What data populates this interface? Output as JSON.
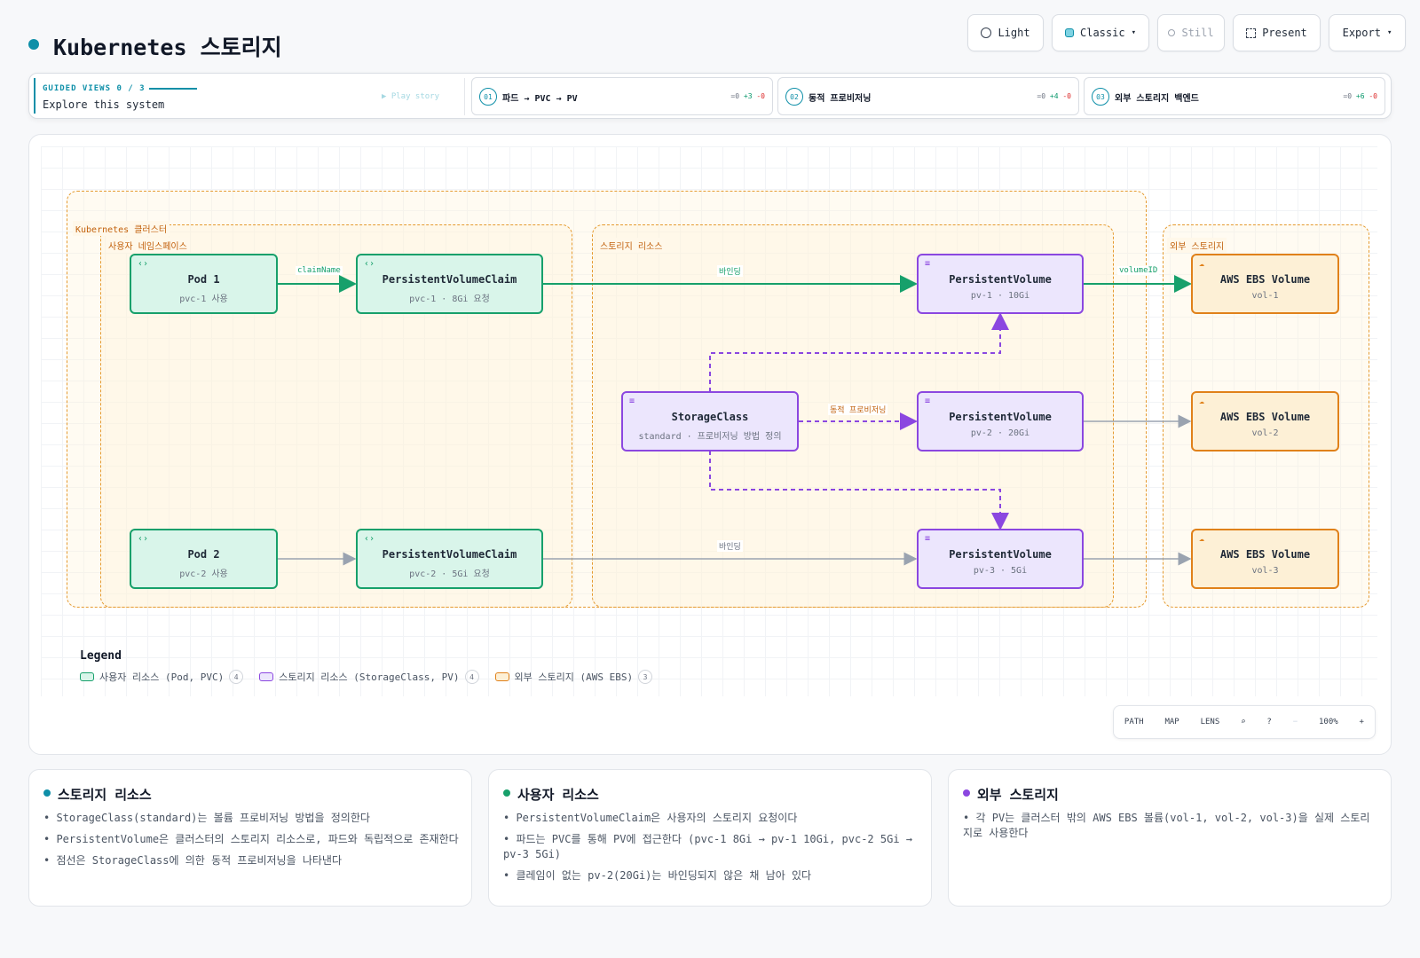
{
  "header": {
    "title": "Kubernetes 스토리지",
    "buttons": {
      "theme": "Light",
      "style": "Classic",
      "motion": "Still",
      "present": "Present",
      "export": "Export"
    }
  },
  "guided": {
    "label": "GUIDED VIEWS  0 / 3",
    "subtitle": "Explore this system",
    "play": "▶ Play story",
    "steps": [
      {
        "num": "01",
        "title": "파드 → PVC → PV",
        "eq": "=0",
        "plus": "+3",
        "minus": "-0"
      },
      {
        "num": "02",
        "title": "동적 프로비저닝",
        "eq": "=0",
        "plus": "+4",
        "minus": "-0"
      },
      {
        "num": "03",
        "title": "외부 스토리지 백엔드",
        "eq": "=0",
        "plus": "+6",
        "minus": "-0"
      }
    ]
  },
  "zones": {
    "cluster": "Kubernetes 클러스터",
    "namespace": "사용자 네임스페이스",
    "storage": "스토리지 리소스",
    "external": "외부 스토리지"
  },
  "nodes": {
    "pod1": {
      "title": "Pod 1",
      "sub": "pvc-1 사용"
    },
    "pvc1": {
      "title": "PersistentVolumeClaim",
      "sub": "pvc-1 · 8Gi 요청"
    },
    "pv1": {
      "title": "PersistentVolume",
      "sub": "pv-1 · 10Gi"
    },
    "ebs1": {
      "title": "AWS EBS Volume",
      "sub": "vol-1"
    },
    "sc": {
      "title": "StorageClass",
      "sub": "standard · 프로비저닝 방법 정의"
    },
    "pv2": {
      "title": "PersistentVolume",
      "sub": "pv-2 · 20Gi"
    },
    "ebs2": {
      "title": "AWS EBS Volume",
      "sub": "vol-2"
    },
    "pod2": {
      "title": "Pod 2",
      "sub": "pvc-2 사용"
    },
    "pvc2": {
      "title": "PersistentVolumeClaim",
      "sub": "pvc-2 · 5Gi 요청"
    },
    "pv3": {
      "title": "PersistentVolume",
      "sub": "pv-3 · 5Gi"
    },
    "ebs3": {
      "title": "AWS EBS Volume",
      "sub": "vol-3"
    }
  },
  "edges": {
    "claimName": "claimName",
    "binding1": "바인딩",
    "volumeID": "volumeID",
    "dynamic": "동적 프로비저닝",
    "binding2": "바인딩"
  },
  "legend": {
    "title": "Legend",
    "items": [
      {
        "label": "사용자 리소스 (Pod, PVC)",
        "count": "4"
      },
      {
        "label": "스토리지 리소스 (StorageClass, PV)",
        "count": "4"
      },
      {
        "label": "외부 스토리지 (AWS EBS)",
        "count": "3"
      }
    ]
  },
  "zoom": {
    "path": "PATH",
    "map": "MAP",
    "lens": "LENS",
    "level": "100%",
    "minus": "−",
    "plus": "+"
  },
  "cards": [
    {
      "title": "스토리지 리소스",
      "items": [
        "StorageClass(standard)는 볼륨 프로비저닝 방법을 정의한다",
        "PersistentVolume은 클러스터의 스토리지 리소스로, 파드와 독립적으로 존재한다",
        "점선은 StorageClass에 의한 동적 프로비저닝을 나타낸다"
      ]
    },
    {
      "title": "사용자 리소스",
      "items": [
        "PersistentVolumeClaim은 사용자의 스토리지 요청이다",
        "파드는 PVC를 통해 PV에 접근한다 (pvc-1 8Gi → pv-1 10Gi, pvc-2 5Gi → pv-3 5Gi)",
        "클레임이 없는 pv-2(20Gi)는 바인딩되지 않은 채 남아 있다"
      ]
    },
    {
      "title": "외부 스토리지",
      "items": [
        "각 PV는 클러스터 밖의 AWS EBS 볼륨(vol-1, vol-2, vol-3)을 실제 스토리지로 사용한다"
      ]
    }
  ],
  "colors": {
    "accent": "#0e8fa8",
    "user": "#17a06b",
    "storage": "#8b47e0",
    "external": "#e0811a",
    "neutral": "#9aa3b0"
  },
  "icons": {
    "user_node": "code-brackets-icon",
    "storage_node": "database-icon",
    "external_node": "cloud-icon"
  }
}
